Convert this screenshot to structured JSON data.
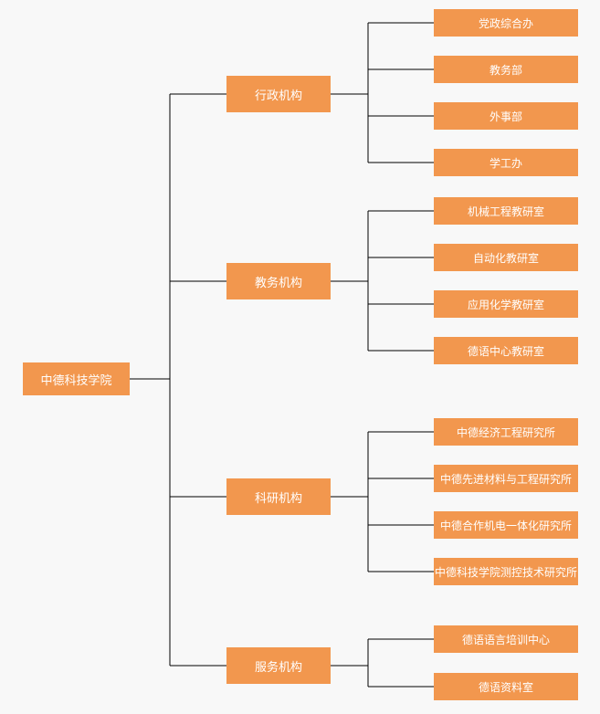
{
  "colors": {
    "background": "#f8f8f8",
    "node_bg": "#f2974e",
    "node_text": "#ffffff",
    "line": "#000000"
  },
  "org_chart": {
    "root": {
      "label": "中德科技学院"
    },
    "branches": [
      {
        "label": "行政机构",
        "children": [
          "党政综合办",
          "教务部",
          "外事部",
          "学工办"
        ]
      },
      {
        "label": "教务机构",
        "children": [
          "机械工程教研室",
          "自动化教研室",
          "应用化学教研室",
          "德语中心教研室"
        ]
      },
      {
        "label": "科研机构",
        "children": [
          "中德经济工程研究所",
          "中德先进材料与工程研究所",
          "中德合作机电一体化研究所",
          "中德科技学院测控技术研究所"
        ]
      },
      {
        "label": "服务机构",
        "children": [
          "德语语言培训中心",
          "德语资料室"
        ]
      }
    ]
  }
}
